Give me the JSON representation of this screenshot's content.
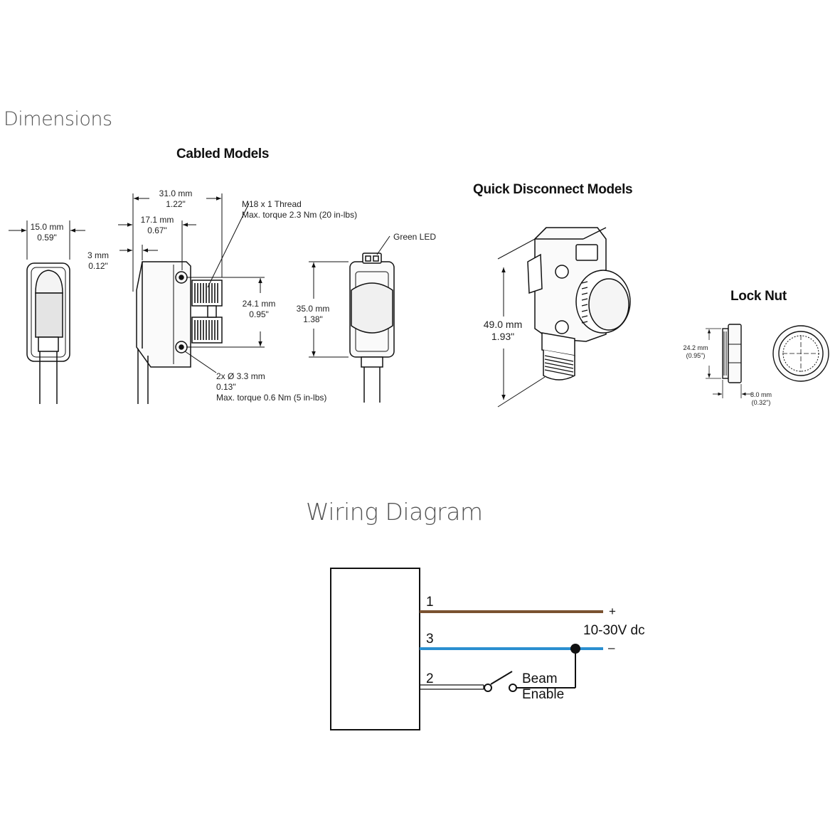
{
  "titles": {
    "dimensions": "Dimensions",
    "wiring": "Wiring Diagram"
  },
  "cabled": {
    "title": "Cabled Models",
    "width_mm": "15.0 mm",
    "width_in": "0.59\"",
    "length_mm": "31.0 mm",
    "length_in": "1.22\"",
    "mid_mm": "17.1 mm",
    "mid_in": "0.67\"",
    "offset_mm": "3 mm",
    "offset_in": "0.12\"",
    "thread_line1": "M18 x 1 Thread",
    "thread_line2": "Max. torque 2.3 Nm (20 in-lbs)",
    "hole_spacing_mm": "24.1 mm",
    "hole_spacing_in": "0.95\"",
    "hole_line1": "2x Ø 3.3 mm",
    "hole_line2": "0.13\"",
    "hole_line3": "Max. torque 0.6 Nm (5 in-lbs)",
    "led_label": "Green LED",
    "height_mm": "35.0 mm",
    "height_in": "1.38\""
  },
  "quick_disconnect": {
    "title": "Quick Disconnect Models",
    "height_mm": "49.0 mm",
    "height_in": "1.93\""
  },
  "lock_nut": {
    "title": "Lock Nut",
    "dia_mm": "24.2 mm",
    "dia_in": "(0.95\")",
    "thick_mm": "8.0 mm",
    "thick_in": "(0.32\")"
  },
  "wiring": {
    "pin1": "1",
    "pin3": "3",
    "pin2": "2",
    "plus": "+",
    "minus": "–",
    "supply": "10-30V dc",
    "switch_line1": "Beam",
    "switch_line2": "Enable",
    "wire_colors": {
      "pin1": "#7a5230",
      "pin3": "#2a8fd0",
      "pin2": "#ffffff"
    }
  }
}
